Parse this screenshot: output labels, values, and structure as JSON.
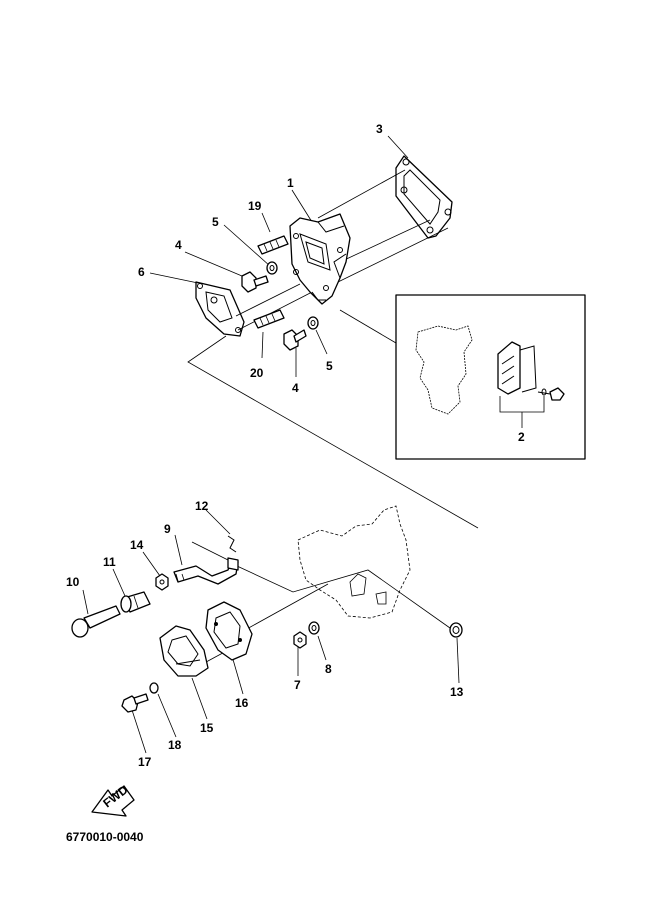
{
  "diagram": {
    "part_numbers": [
      "1",
      "2",
      "3",
      "4",
      "5",
      "6",
      "4",
      "5",
      "7",
      "8",
      "9",
      "10",
      "11",
      "12",
      "13",
      "14",
      "15",
      "16",
      "17",
      "18",
      "19",
      "20"
    ],
    "drawing_code": "6770010-0040",
    "fwd_label": "FWD"
  }
}
